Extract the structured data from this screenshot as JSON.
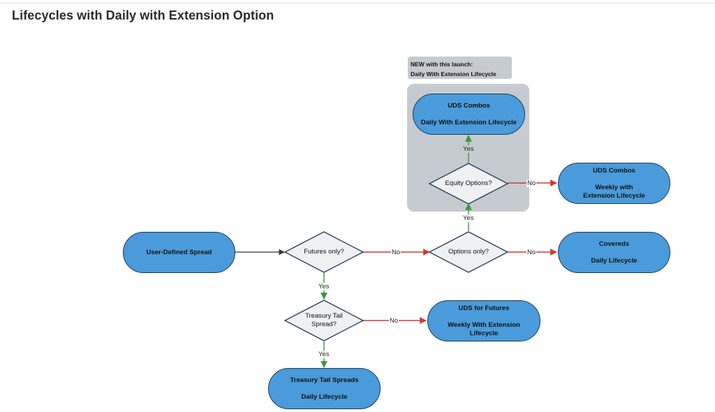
{
  "page": {
    "title": "Lifecycles with Daily with Extension Option"
  },
  "callout": {
    "line1": "NEW with this launch:",
    "line2": "Daily With Extension Lifecycle"
  },
  "nodes": {
    "user_defined_spread": {
      "label": "User-Defined Spread"
    },
    "uds_combos_daily_ext": {
      "title": "UDS Combos",
      "subtitle": "Daily With Extension Lifecycle"
    },
    "uds_combos_weekly_ext": {
      "title": "UDS Combos",
      "subtitle": "Weekly with Extension Lifecycle"
    },
    "covereds": {
      "title": "Covereds",
      "subtitle": "Daily Lifecycle"
    },
    "uds_futures": {
      "title": "UDS for Futures",
      "subtitle": "Weekly With Extension Lifecycle"
    },
    "treasury_tail_spreads": {
      "title": "Treasury Tail Spreads",
      "subtitle": "Daily Lifecycle"
    }
  },
  "decisions": {
    "futures_only": "Futures only?",
    "options_only": "Options only?",
    "equity_options": "Equity Options?",
    "treasury_tail": "Treasury Tail Spread?"
  },
  "edges": {
    "yes": "Yes",
    "no": "No"
  },
  "colors": {
    "node_fill": "#4a9bdb",
    "node_border": "#1f3a55",
    "decision_fill": "#eef0f2",
    "group_fill": "#c5cbd0",
    "yes_edge": "#3a9a3a",
    "no_edge": "#d23a2e",
    "neutral_edge": "#333333"
  }
}
